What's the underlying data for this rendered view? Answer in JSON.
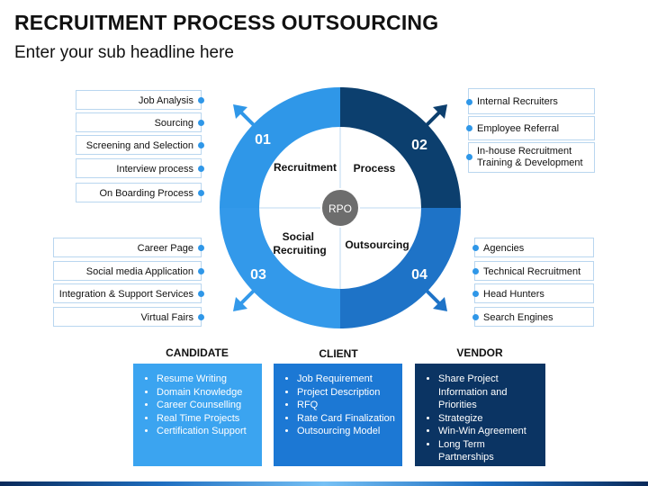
{
  "header": {
    "title": "RECRUITMENT PROCESS OUTSOURCING",
    "subtitle": "Enter your sub headline here"
  },
  "colors": {
    "q1": "#2f97e8",
    "q2": "#0c3f6e",
    "q3": "#3399ea",
    "q4": "#1e73c7",
    "center": "#6d6d6d",
    "candidate_box": "#3ba4f0",
    "client_box": "#1c78d4",
    "vendor_box": "#0b3463"
  },
  "wheel": {
    "center_label": "RPO",
    "quadrants": [
      {
        "number": "01",
        "label": "Recruitment"
      },
      {
        "number": "02",
        "label": "Process"
      },
      {
        "number": "03",
        "label": "Social Recruiting"
      },
      {
        "number": "04",
        "label": "Outsourcing"
      }
    ]
  },
  "top_left_items": [
    "Job Analysis",
    "Sourcing",
    "Screening and Selection",
    "Interview process",
    "On Boarding Process"
  ],
  "top_right_items": [
    "Internal Recruiters",
    "Employee Referral",
    "In-house Recruitment Training & Development"
  ],
  "bottom_left_items": [
    "Career Page",
    "Social media Application",
    "Integration & Support Services",
    "Virtual Fairs"
  ],
  "bottom_right_items": [
    "Agencies",
    "Technical Recruitment",
    "Head Hunters",
    "Search Engines"
  ],
  "columns": {
    "candidate": {
      "title": "CANDIDATE",
      "items": [
        "Resume Writing",
        "Domain Knowledge",
        "Career Counselling",
        "Real Time Projects",
        "Certification Support"
      ]
    },
    "client": {
      "title": "CLIENT",
      "items": [
        "Job Requirement",
        "Project Description",
        "RFQ",
        "Rate Card Finalization",
        "Outsourcing Model"
      ]
    },
    "vendor": {
      "title": "VENDOR",
      "items": [
        "Share Project Information and Priorities",
        "Strategize",
        "Win-Win Agreement",
        "Long Term Partnerships"
      ]
    }
  }
}
